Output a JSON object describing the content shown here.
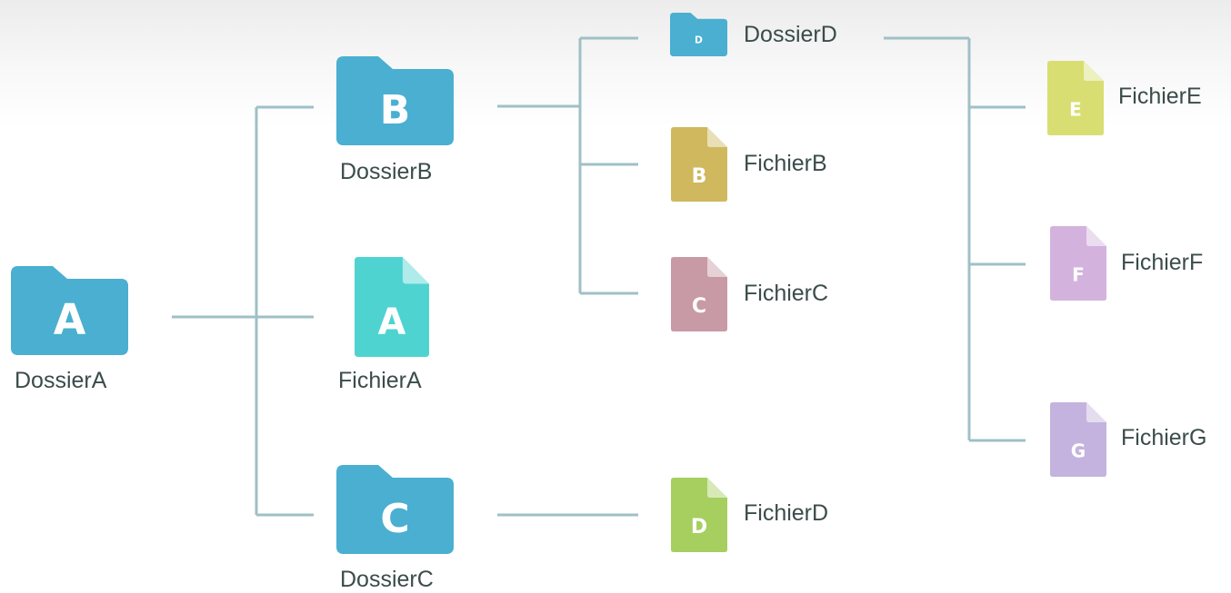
{
  "nodes": [
    {
      "id": "dossierA",
      "kind": "folder",
      "letter": "A",
      "label": "DossierA",
      "color": "#4aafd1"
    },
    {
      "id": "dossierB",
      "kind": "folder",
      "letter": "B",
      "label": "DossierB",
      "color": "#4aafd1"
    },
    {
      "id": "fichierA",
      "kind": "file",
      "letter": "A",
      "label": "FichierA",
      "color": "#4fd3d1"
    },
    {
      "id": "dossierC",
      "kind": "folder",
      "letter": "C",
      "label": "DossierC",
      "color": "#4aafd1"
    },
    {
      "id": "dossierD",
      "kind": "folder",
      "letter": "D",
      "label": "DossierD",
      "color": "#4aafd1"
    },
    {
      "id": "fichierB",
      "kind": "file",
      "letter": "B",
      "label": "FichierB",
      "color": "#cfb85e"
    },
    {
      "id": "fichierC",
      "kind": "file",
      "letter": "C",
      "label": "FichierC",
      "color": "#c89aa5"
    },
    {
      "id": "fichierD",
      "kind": "file",
      "letter": "D",
      "label": "FichierD",
      "color": "#a6cf5f"
    },
    {
      "id": "fichierE",
      "kind": "file",
      "letter": "E",
      "label": "FichierE",
      "color": "#d8de72"
    },
    {
      "id": "fichierF",
      "kind": "file",
      "letter": "F",
      "label": "FichierF",
      "color": "#d3b3de"
    },
    {
      "id": "fichierG",
      "kind": "file",
      "letter": "G",
      "label": "FichierG",
      "color": "#c4b3de"
    }
  ],
  "edges": [
    {
      "from": "dossierA",
      "to": [
        "dossierB",
        "fichierA",
        "dossierC"
      ]
    },
    {
      "from": "dossierB",
      "to": [
        "dossierD",
        "fichierB",
        "fichierC"
      ]
    },
    {
      "from": "dossierC",
      "to": [
        "fichierD"
      ]
    },
    {
      "from": "dossierD",
      "to": [
        "fichierE",
        "fichierF",
        "fichierG"
      ]
    }
  ],
  "colors": {
    "connector": "#9fc0c6",
    "label_text": "#3b4c4a",
    "letter": "#ffffff"
  }
}
